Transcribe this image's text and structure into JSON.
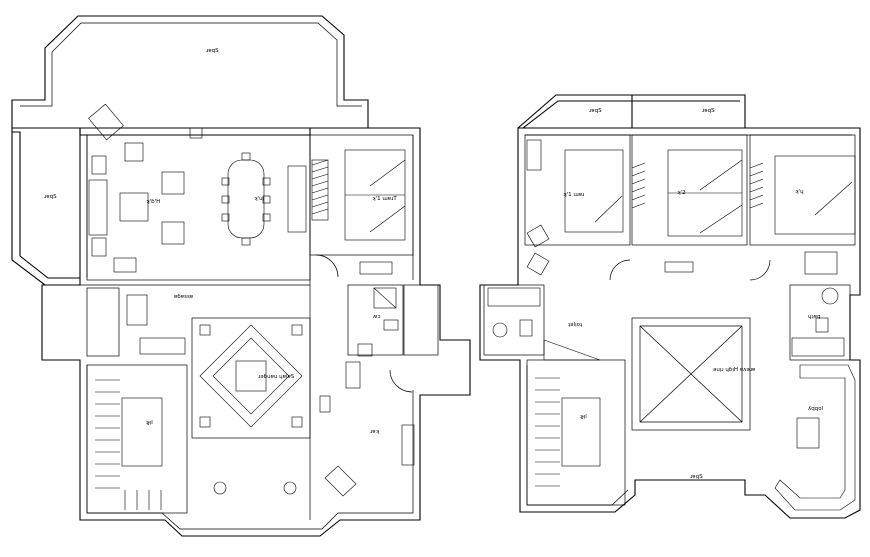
{
  "drawing": {
    "labels": {
      "left_top_shade": "ɹɐqS",
      "left_side_shade": "ɹɐqS",
      "living": "ʞ'ɓ'H",
      "dining": "ʞ'uᴉ",
      "bedroom_1": "ʞ'1 ɯɐɹT",
      "passage": "ɐɓɐssɐ",
      "wc": "ʍɔ",
      "entrance": "ɹǝɓuɐu ɥɐlɐS",
      "lift_left": "ʇɟᴉl",
      "kitchen": "ɹɐʞ",
      "shade_r1": "ɹɐqS",
      "shade_r2": "ɹɐqS",
      "bedroom_r1": "ʞ'1 ɯɐɹ",
      "bedroom_r2": "ʞ'2",
      "bedroom_r3": "ʞ'ɥ",
      "toilet_r1": "ʇǝlᴉoʇ",
      "toilet_r2": "ɥʇɐq",
      "void": "ǝuᴉɹ ɥɓᴉH ɐʌǝɹɐ",
      "lift_right": "ʇɟᴉl",
      "lobby": "ʎqqol",
      "shade_bottom_right": "ɹɐqS"
    }
  }
}
